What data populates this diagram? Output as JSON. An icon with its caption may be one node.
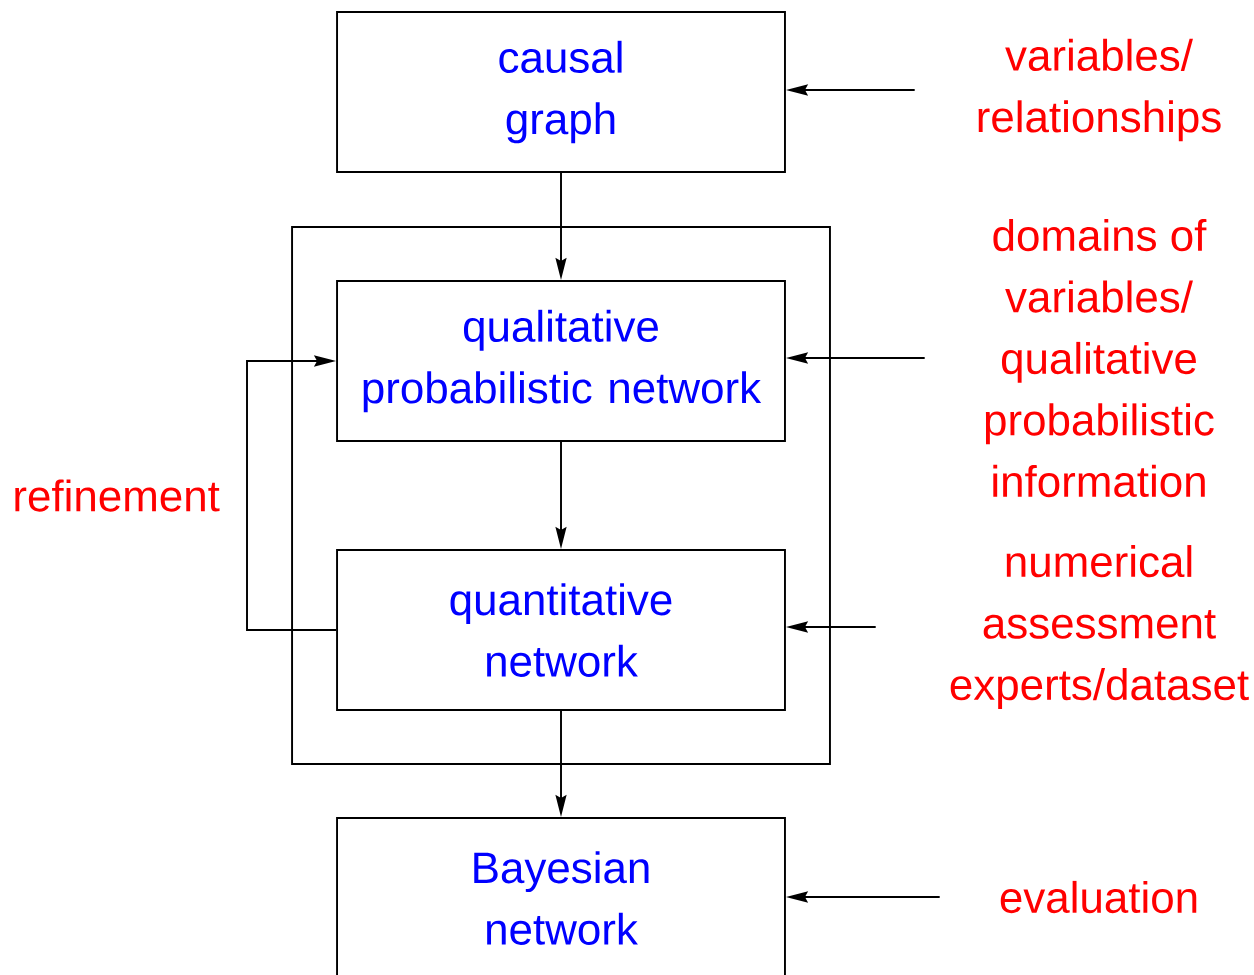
{
  "diagram": {
    "nodes": [
      {
        "text": [
          "causal graph"
        ]
      },
      {
        "text": [],
        "shape": "box"
      },
      {
        "text": [
          "qualitative probabilistic network"
        ],
        "in": 1
      },
      {
        "text": [
          "quantitative network"
        ],
        "in": 1
      },
      {
        "text": [
          "Bayesian network"
        ]
      },
      {
        "text": [
          "variables/ relationships"
        ]
      },
      {
        "text": [
          "domains of variables/ qualitative probabilistic information"
        ]
      },
      {
        "text": [
          "numerical assessment experts/dataset"
        ]
      },
      {
        "text": [
          "evaluation"
        ]
      }
    ],
    "edges": [
      {
        "from": 0,
        "to": 2,
        "arrow": "to"
      },
      {
        "from": 2,
        "to": 3,
        "arrow": "to"
      },
      {
        "from": 3,
        "to": 4,
        "arrow": "to"
      },
      {
        "from": 3,
        "to": 2,
        "arrow": "to",
        "label": "refinement"
      },
      {
        "from": 5,
        "to": 0,
        "arrow": "to"
      },
      {
        "from": 6,
        "to": 2,
        "arrow": "to"
      },
      {
        "from": 7,
        "to": 3,
        "arrow": "to"
      },
      {
        "from": 8,
        "to": 4,
        "arrow": "to"
      }
    ]
  }
}
